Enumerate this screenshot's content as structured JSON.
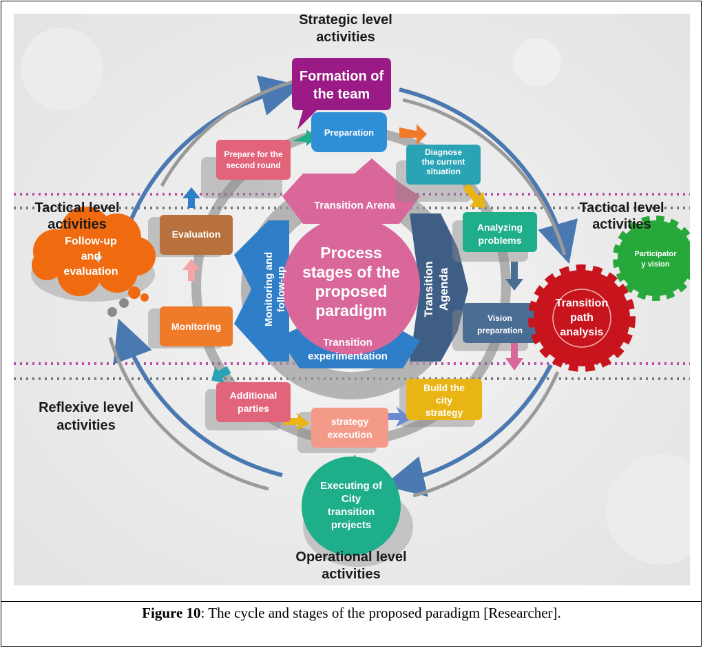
{
  "levels": {
    "strategic": [
      "Strategic level",
      "activities"
    ],
    "tactical_left": [
      "Tactical level",
      "activities"
    ],
    "tactical_right": [
      "Tactical level",
      "activities"
    ],
    "reflexive": [
      "Reflexive level",
      "activities"
    ],
    "operational": [
      "Operational level",
      "activities"
    ]
  },
  "center": [
    "Process",
    "stages of the",
    "proposed",
    "paradigm"
  ],
  "arcs": {
    "arena": "Transition Arena",
    "agenda": [
      "Transition",
      "Agenda"
    ],
    "experimentation": [
      "Transition",
      "experimentation"
    ],
    "monitoring": [
      "Monitoring and",
      "follow-up"
    ]
  },
  "boxes": {
    "formation": [
      "Formation of",
      "the team"
    ],
    "preparation": "Preparation",
    "diagnose": [
      "Diagnose",
      "the current",
      "situation"
    ],
    "analyzing": [
      "Analyzing",
      "problems"
    ],
    "vision": [
      "Vision",
      "preparation"
    ],
    "build": [
      "Build the",
      "city",
      "strategy"
    ],
    "strategy_exec": [
      "strategy",
      "execution"
    ],
    "additional": [
      "Additional",
      "parties"
    ],
    "monitoring": "Monitoring",
    "evaluation": "Evaluation",
    "prepare": [
      "Prepare for the",
      "second round"
    ]
  },
  "side_shapes": {
    "followup": [
      "Follow-up",
      "and",
      "evaluation"
    ],
    "transition_path": [
      "Transition",
      "path",
      "analysis"
    ],
    "participatory": [
      "Participator",
      "y vision"
    ],
    "executing": [
      "Executing of",
      "City",
      "transition",
      "projects"
    ]
  },
  "caption": {
    "label": "Figure 10",
    "text": ": The cycle and stages of the proposed paradigm   [Researcher]."
  },
  "colors": {
    "purple": "#9b1b86",
    "blue": "#2f8fd6",
    "teal": "#2aa3b6",
    "green": "#1fae8a",
    "navy": "#4a6d94",
    "yellow": "#e9b514",
    "salmon": "#f49a88",
    "pink": "#e2647b",
    "orange": "#ef7a2a",
    "brown": "#b8703c",
    "red": "#c8141c",
    "lime": "#27a83a",
    "arc_pink": "#d9679a",
    "arc_navy": "#3f5e86",
    "arc_blue": "#2f7fc8"
  }
}
